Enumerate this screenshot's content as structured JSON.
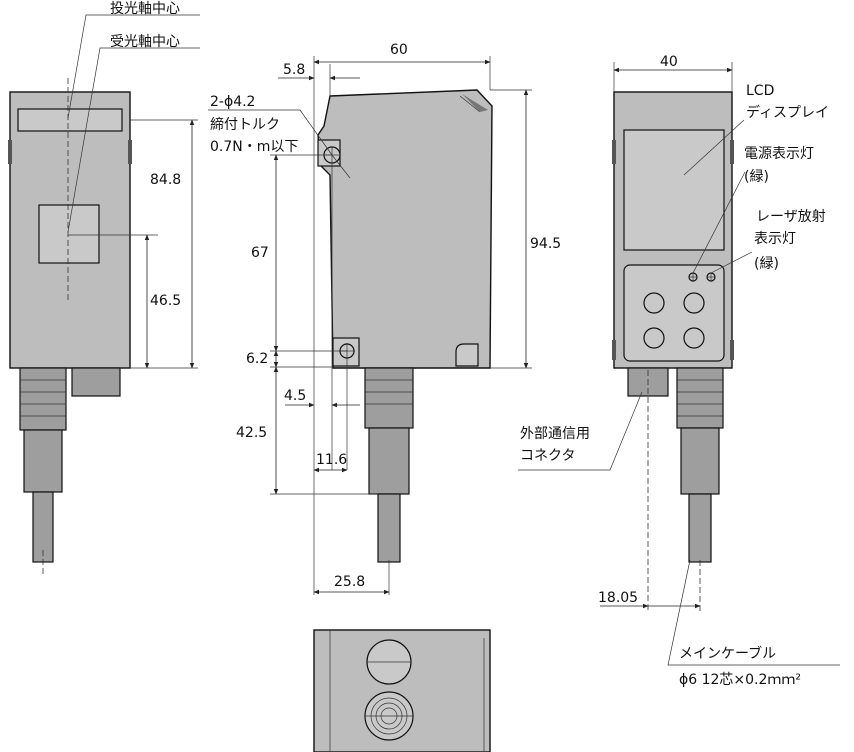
{
  "labels": {
    "emit_axis": "投光軸中心",
    "recv_axis": "受光軸中心",
    "mount_holes_1": "2-ϕ4.2",
    "mount_holes_2": "締付トルク",
    "mount_holes_3": "0.7N・m以下",
    "lcd_1": "LCD",
    "lcd_2": "ディスプレイ",
    "power_led_1": "電源表示灯",
    "power_led_2": "(緑)",
    "laser_led_1": "レーザ放射",
    "laser_led_2": "表示灯",
    "laser_led_3": "(緑)",
    "ext_conn_1": "外部通信用",
    "ext_conn_2": "コネクタ",
    "main_cable_1": "メインケーブル",
    "main_cable_2": "ϕ6 12芯×0.2ｍｍ²"
  },
  "dims": {
    "d60": "60",
    "d58": "5.8",
    "d848": "84.8",
    "d465": "46.5",
    "d67": "67",
    "d62": "6.2",
    "d45": "4.5",
    "d425": "42.5",
    "d116": "11.6",
    "d258": "25.8",
    "d945": "94.5",
    "d40": "40",
    "d1805": "18.05"
  }
}
